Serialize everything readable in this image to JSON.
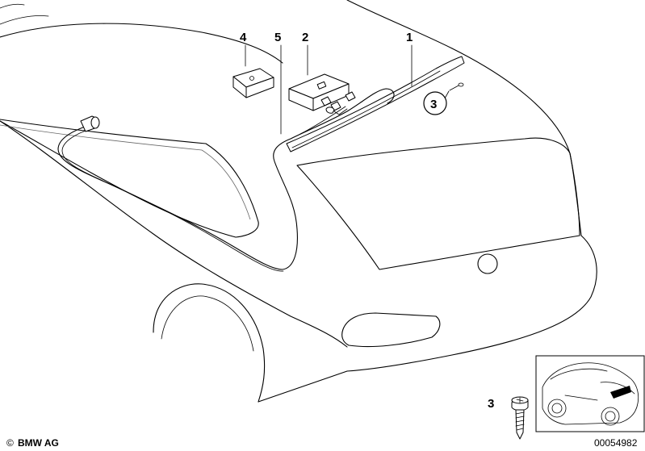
{
  "callouts": {
    "part_1": "1",
    "part_2": "2",
    "part_3_circled": "3",
    "part_3_inset": "3",
    "part_4": "4",
    "part_5": "5"
  },
  "footer": {
    "copyright_symbol": "©",
    "brand": "BMW AG",
    "diagram_number": "00054982"
  }
}
